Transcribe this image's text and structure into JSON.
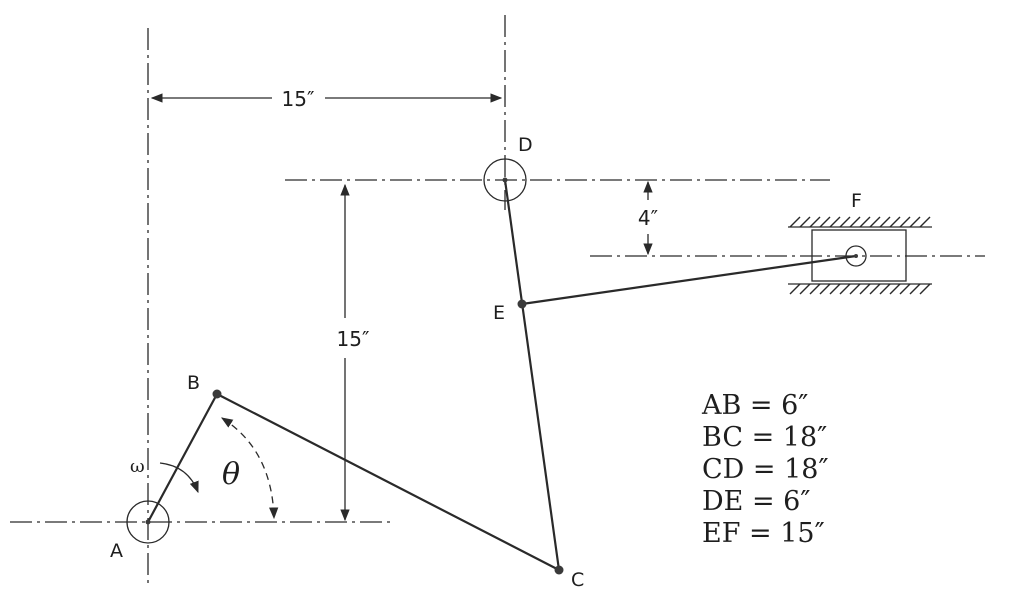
{
  "labels": {
    "a": "A",
    "b": "B",
    "c": "C",
    "d": "D",
    "e": "E",
    "f": "F",
    "theta": "θ",
    "omega": "ω"
  },
  "dimensions": {
    "horizontal_ad": "15″",
    "vertical_ad": "15″",
    "offset_f": "4″"
  },
  "legend": [
    "AB = 6″",
    "BC = 18″",
    "CD = 18″",
    "DE = 6″",
    "EF = 15″"
  ]
}
